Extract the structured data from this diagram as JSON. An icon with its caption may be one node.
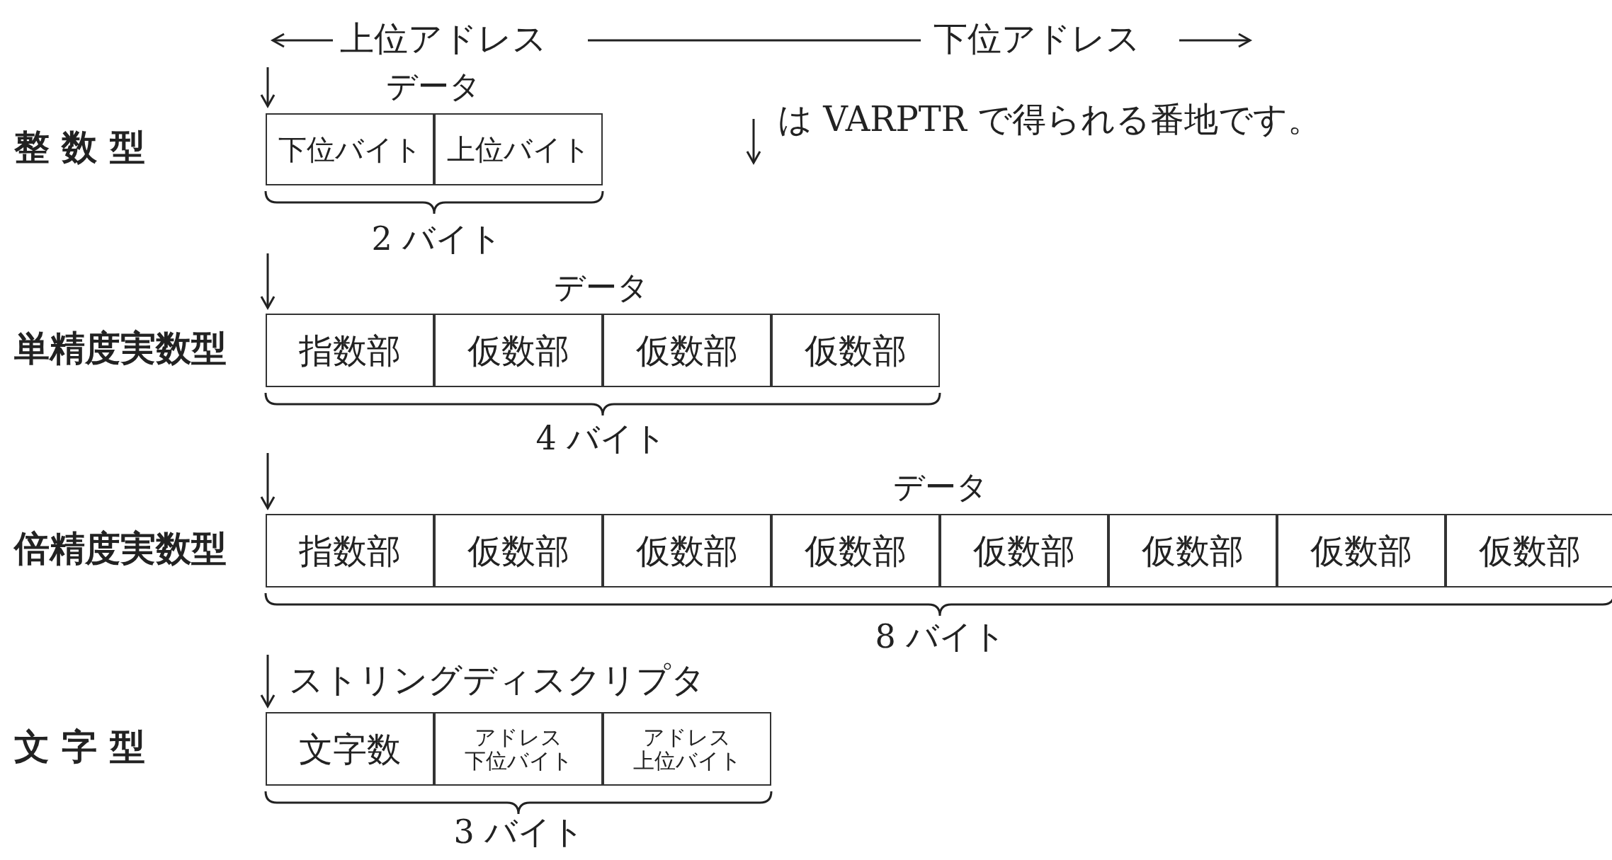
{
  "diagram": {
    "nodes": [
      {
        "text": [
          "下位バイト"
        ]
      },
      {
        "text": [
          "上位バイト"
        ]
      },
      {
        "text": [
          "指数部"
        ]
      },
      {
        "text": [
          "仮数部"
        ]
      },
      {
        "text": [
          "仮数部"
        ]
      },
      {
        "text": [
          "仮数部"
        ]
      },
      {
        "text": [
          "指数部"
        ]
      },
      {
        "text": [
          "仮数部"
        ]
      },
      {
        "text": [
          "仮数部"
        ]
      },
      {
        "text": [
          "仮数部"
        ]
      },
      {
        "text": [
          "仮数部"
        ]
      },
      {
        "text": [
          "仮数部"
        ]
      },
      {
        "text": [
          "仮数部"
        ]
      },
      {
        "text": [
          "仮数部"
        ]
      },
      {
        "text": [
          "文字数"
        ]
      },
      {
        "text": [
          "アドレス",
          "下位バイト"
        ]
      },
      {
        "text": [
          "アドレス",
          "上位バイト"
        ]
      }
    ],
    "labels": [
      "上位アドレス",
      "下位アドレス",
      "データ",
      "は VARPTR で得られる番地です。",
      "整 数 型",
      "2 バイト",
      "データ",
      "単精度実数型",
      "4 バイト",
      "データ",
      "倍精度実数型",
      "8 バイト",
      "ストリングディスクリプタ",
      "文 字 型",
      "3 バイト"
    ]
  }
}
